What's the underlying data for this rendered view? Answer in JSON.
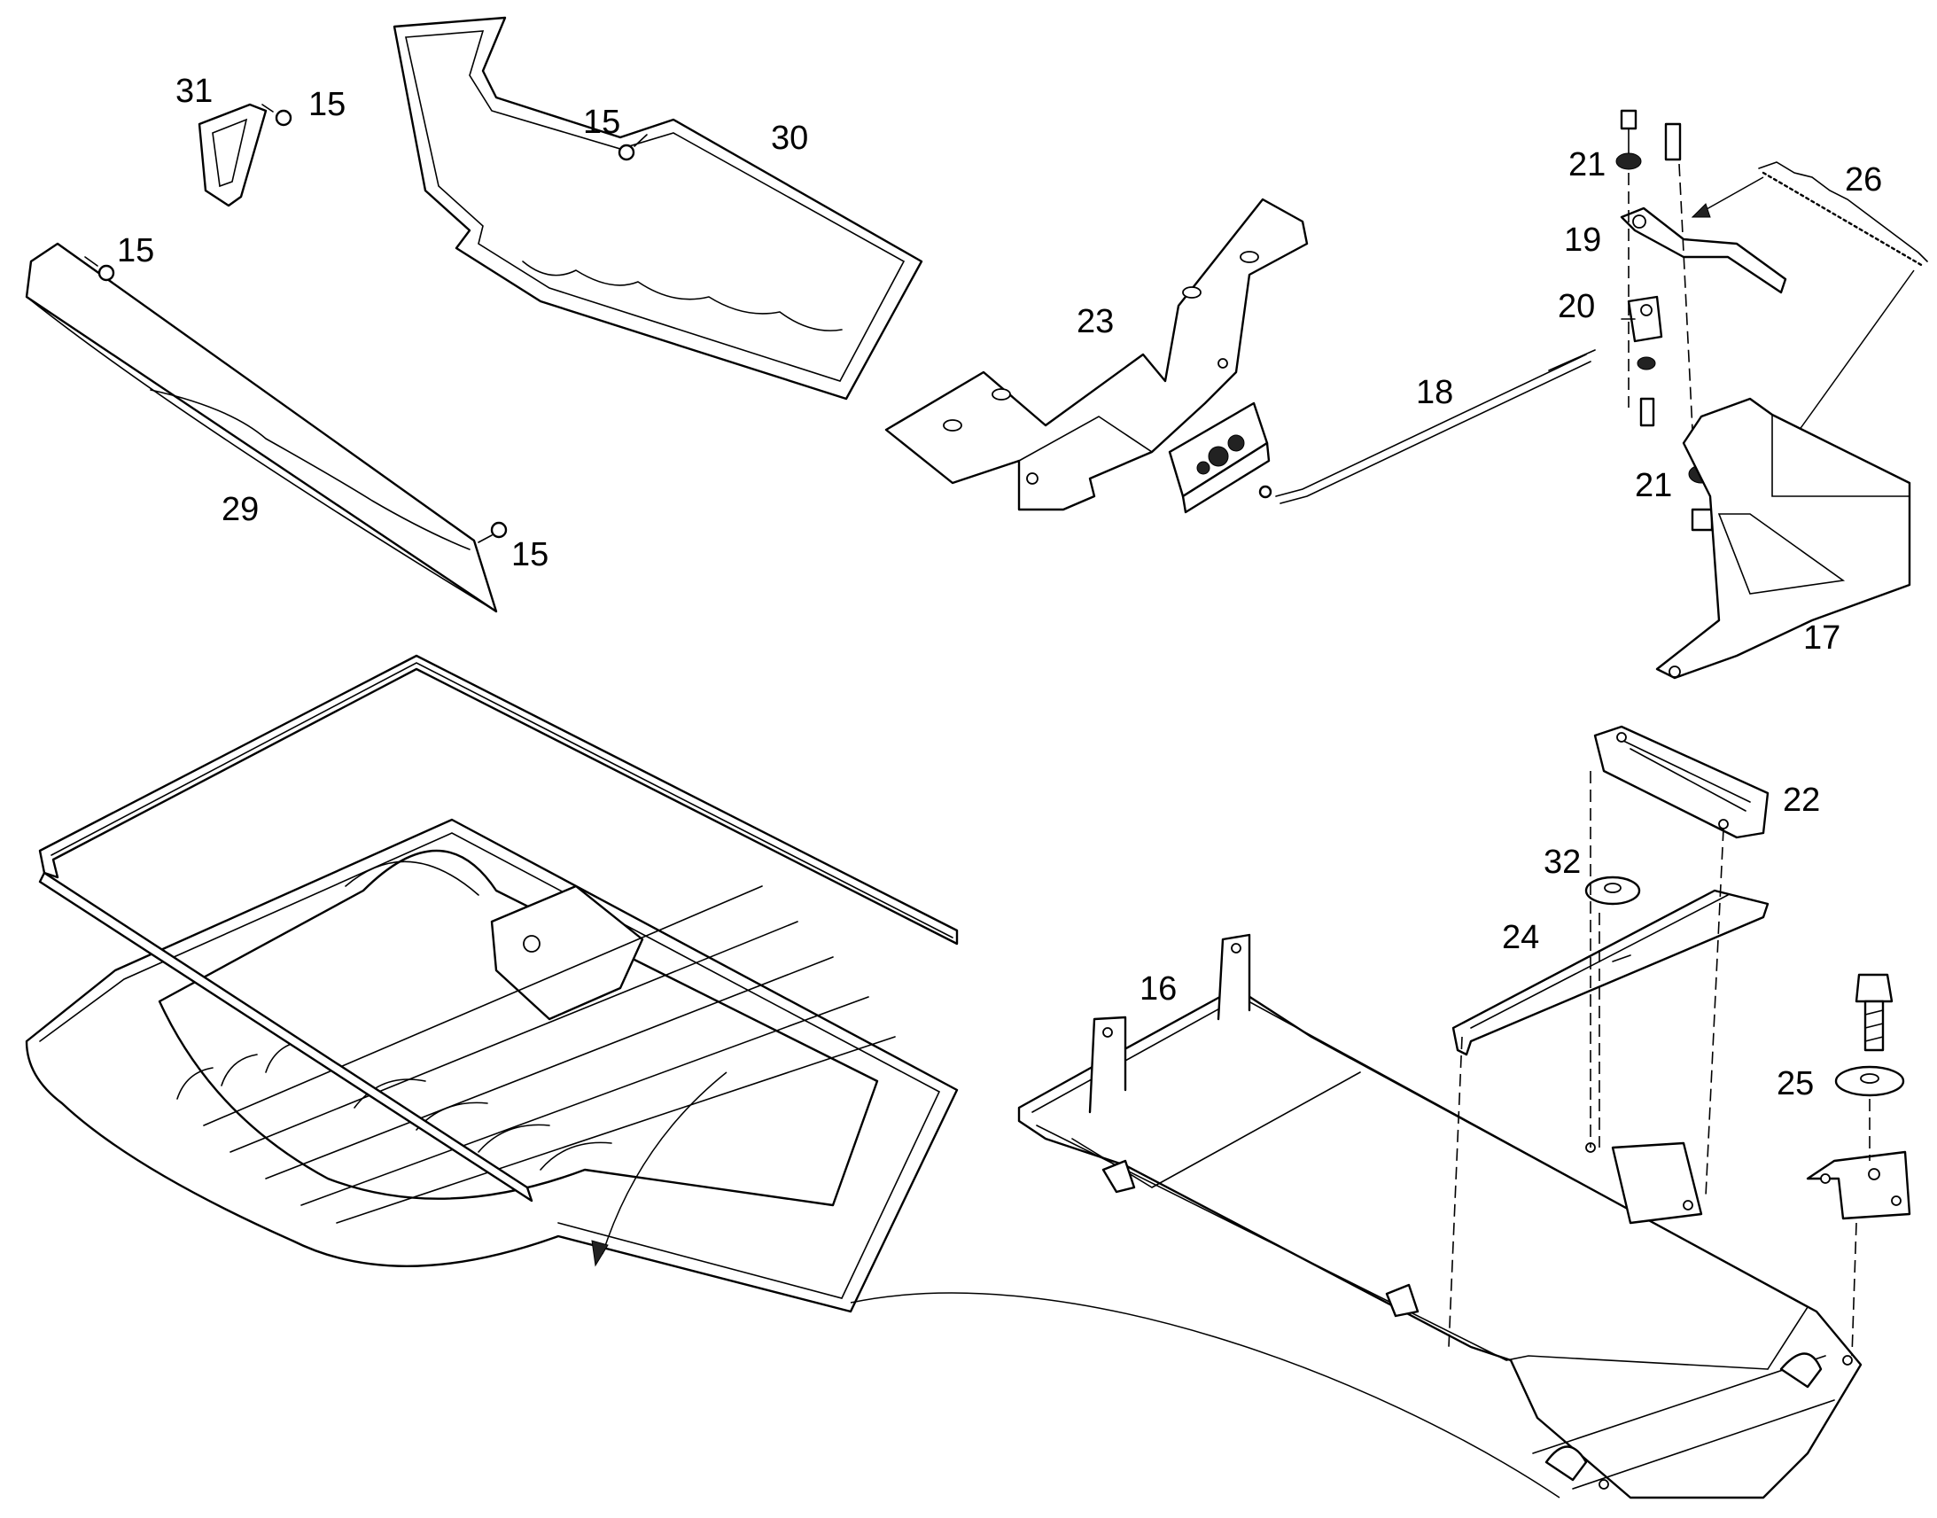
{
  "callouts": {
    "p15a": "15",
    "p15b": "15",
    "p15c": "15",
    "p15d": "15",
    "p16": "16",
    "p17": "17",
    "p18": "18",
    "p19": "19",
    "p20": "20",
    "p21a": "21",
    "p21b": "21",
    "p22": "22",
    "p23": "23",
    "p24": "24",
    "p25": "25",
    "p26": "26",
    "p29": "29",
    "p30": "30",
    "p31": "31",
    "p32": "32"
  },
  "colors": {
    "line": "#000000",
    "background": "#ffffff"
  }
}
